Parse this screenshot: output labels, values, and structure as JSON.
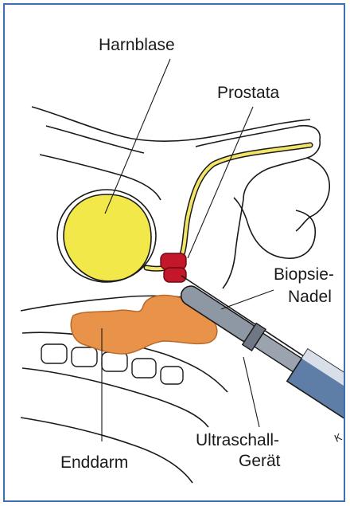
{
  "labels": {
    "bladder": "Harnblase",
    "prostate": "Prostata",
    "needle_line1": "Biopsie-",
    "needle_line2": "Nadel",
    "ultrasound_line1": "Ultraschall-",
    "ultrasound_line2": "Gerät",
    "rectum": "Enddarm",
    "probe_mark": "K"
  },
  "colors": {
    "frame": "#3d6fb3",
    "bladder": "#f2e84a",
    "urethra": "#f3e568",
    "prostate": "#c4172a",
    "rectum": "#e8924a",
    "probe": "#8e98a4",
    "syringe": "#4a6a96",
    "outline": "#1a1a1a"
  }
}
